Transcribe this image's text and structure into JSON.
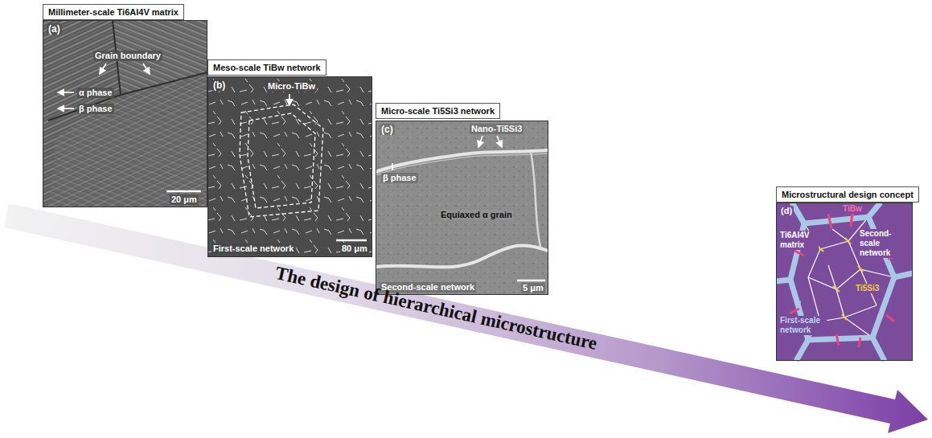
{
  "diagram": {
    "nodes": [
      {
        "text": [
          "Millimeter-scale Ti6Al4V matrix"
        ]
      },
      {
        "text": [
          "(a)",
          "Grain boundary",
          "α phase",
          "β phase",
          "20 μm"
        ]
      },
      {
        "text": [
          "Meso-scale TiBw network"
        ]
      },
      {
        "text": [
          "(b)",
          "Micro-TiBw",
          "First-scale network",
          "80 μm"
        ]
      },
      {
        "text": [
          "Micro-scale Ti5Si3 network"
        ]
      },
      {
        "text": [
          "(c)",
          "Nano-Ti5Si3",
          "β phase",
          "Equiaxed α grain",
          "Second-scale network",
          "5 μm"
        ]
      },
      {
        "text": [
          "Microstructural design concept"
        ]
      },
      {
        "text": [
          "(d)",
          "TiBw",
          "Ti6Al4V matrix",
          "Second-scale network",
          "Ti5Si3",
          "First-scale network"
        ]
      }
    ],
    "labels": [
      "The design of hierarchical microstructure"
    ]
  }
}
